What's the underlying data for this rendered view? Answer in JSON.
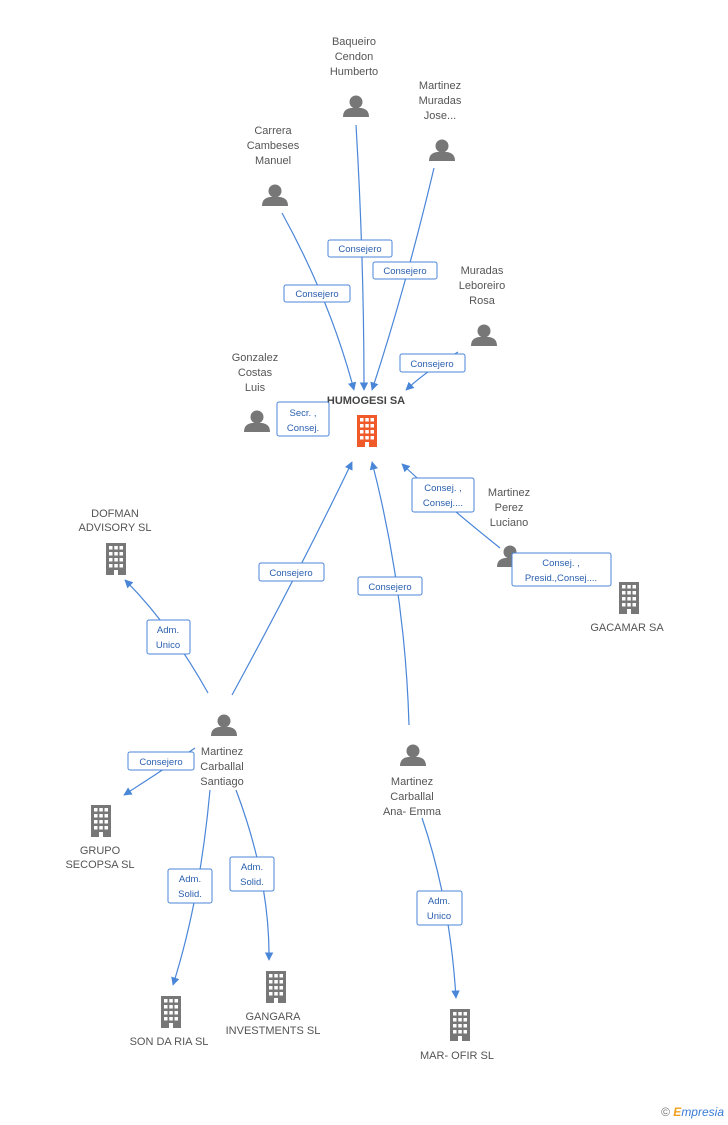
{
  "center": {
    "label": "HUMOGESI SA",
    "color": "#f05a28"
  },
  "people": [
    {
      "id": "baqueiro",
      "lines": [
        "Baqueiro",
        "Cendon",
        "Humberto"
      ]
    },
    {
      "id": "martinez-muradas",
      "lines": [
        "Martinez",
        "Muradas",
        "Jose..."
      ]
    },
    {
      "id": "carrera",
      "lines": [
        "Carrera",
        "Cambeses",
        "Manuel"
      ]
    },
    {
      "id": "muradas-leboreiro",
      "lines": [
        "Muradas",
        "Leboreiro",
        "Rosa"
      ]
    },
    {
      "id": "gonzalez",
      "lines": [
        "Gonzalez",
        "Costas",
        "Luis"
      ]
    },
    {
      "id": "martinez-perez",
      "lines": [
        "Martinez",
        "Perez",
        "Luciano"
      ]
    },
    {
      "id": "martinez-santiago",
      "lines": [
        "Martinez",
        "Carballal",
        "Santiago"
      ]
    },
    {
      "id": "martinez-ana",
      "lines": [
        "Martinez",
        "Carballal",
        "Ana- Emma"
      ]
    }
  ],
  "companies": [
    {
      "id": "dofman",
      "lines": [
        "DOFMAN",
        "ADVISORY SL"
      ]
    },
    {
      "id": "gacamar",
      "lines": [
        "GACAMAR SA"
      ]
    },
    {
      "id": "grupo",
      "lines": [
        "GRUPO",
        "SECOPSA SL"
      ]
    },
    {
      "id": "sondaria",
      "lines": [
        "SON DA RIA  SL"
      ]
    },
    {
      "id": "gangara",
      "lines": [
        "GANGARA",
        "INVESTMENTS SL"
      ]
    },
    {
      "id": "marofir",
      "lines": [
        "MAR- OFIR  SL"
      ]
    }
  ],
  "edges": [
    {
      "id": "e-baqueiro",
      "lines": [
        "Consejero"
      ]
    },
    {
      "id": "e-martinez-muradas",
      "lines": [
        "Consejero"
      ]
    },
    {
      "id": "e-carrera",
      "lines": [
        "Consejero"
      ]
    },
    {
      "id": "e-muradas-leboreiro",
      "lines": [
        "Consejero"
      ]
    },
    {
      "id": "e-gonzalez",
      "lines": [
        "Secr. ,",
        "Consej."
      ]
    },
    {
      "id": "e-martinez-perez",
      "lines": [
        "Consej. ,",
        "Consej...."
      ]
    },
    {
      "id": "e-gacamar",
      "lines": [
        "Consej. ,",
        "Presid.,Consej...."
      ]
    },
    {
      "id": "e-santiago",
      "lines": [
        "Consejero"
      ]
    },
    {
      "id": "e-ana",
      "lines": [
        "Consejero"
      ]
    },
    {
      "id": "e-dofman",
      "lines": [
        "Adm.",
        "Unico"
      ]
    },
    {
      "id": "e-grupo",
      "lines": [
        "Consejero"
      ]
    },
    {
      "id": "e-sondaria",
      "lines": [
        "Adm.",
        "Solid."
      ]
    },
    {
      "id": "e-gangara",
      "lines": [
        "Adm.",
        "Solid."
      ]
    },
    {
      "id": "e-marofir",
      "lines": [
        "Adm.",
        "Unico"
      ]
    }
  ],
  "footer": {
    "copyright": "©",
    "brand_initial": "E",
    "brand_rest": "mpresia"
  },
  "colors": {
    "edge": "#4a86d8",
    "person": "#777777",
    "company": "#777777",
    "center": "#f05a28"
  }
}
